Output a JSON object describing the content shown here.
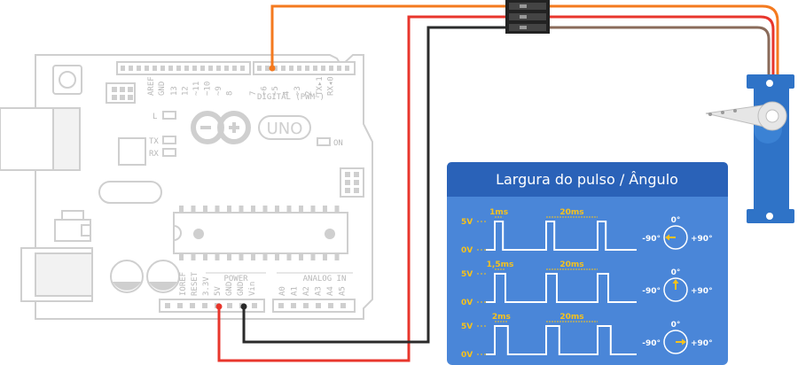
{
  "board": {
    "logo_text": "UNO",
    "aref": "AREF",
    "gnd": "GND",
    "digital_pins": [
      "13",
      "12",
      "~11",
      "~10",
      "~9",
      "8",
      "7",
      "~6",
      "~5",
      "4",
      "~3",
      "2",
      "TX▸1",
      "RX◂0"
    ],
    "digital_label": "DIGITAL (PWM~)",
    "led_l": "L",
    "led_tx": "TX",
    "led_rx": "RX",
    "led_on": "ON",
    "power_label": "POWER",
    "power_pins": [
      "IOREF",
      "RESET",
      "3.3V",
      "5V",
      "GND",
      "GND",
      "Vin"
    ],
    "analog_label": "ANALOG IN",
    "analog_pins": [
      "A0",
      "A1",
      "A2",
      "A3",
      "A4",
      "A5"
    ]
  },
  "panel": {
    "title": "Largura do pulso / Ângulo",
    "rows": [
      {
        "width_label": "1ms",
        "period_label": "20ms",
        "high": "5V",
        "low": "0V",
        "pulse_ms": 1,
        "angle_deg": -90,
        "zero": "0°",
        "left": "-90°",
        "right": "+90°"
      },
      {
        "width_label": "1,5ms",
        "period_label": "20ms",
        "high": "5V",
        "low": "0V",
        "pulse_ms": 1.5,
        "angle_deg": 0,
        "zero": "0°",
        "left": "-90°",
        "right": "+90°"
      },
      {
        "width_label": "2ms",
        "period_label": "20ms",
        "high": "5V",
        "low": "0V",
        "pulse_ms": 2,
        "angle_deg": 90,
        "zero": "0°",
        "left": "-90°",
        "right": "+90°"
      }
    ]
  },
  "colors": {
    "panel_bg": "#4a86d8",
    "panel_header": "#2a62b8",
    "accent": "#f7c21b",
    "wire_signal": "#f47a1f",
    "wire_power": "#e8362c",
    "wire_ground": "#2b2b2b",
    "servo_body": "#2f73c7"
  }
}
